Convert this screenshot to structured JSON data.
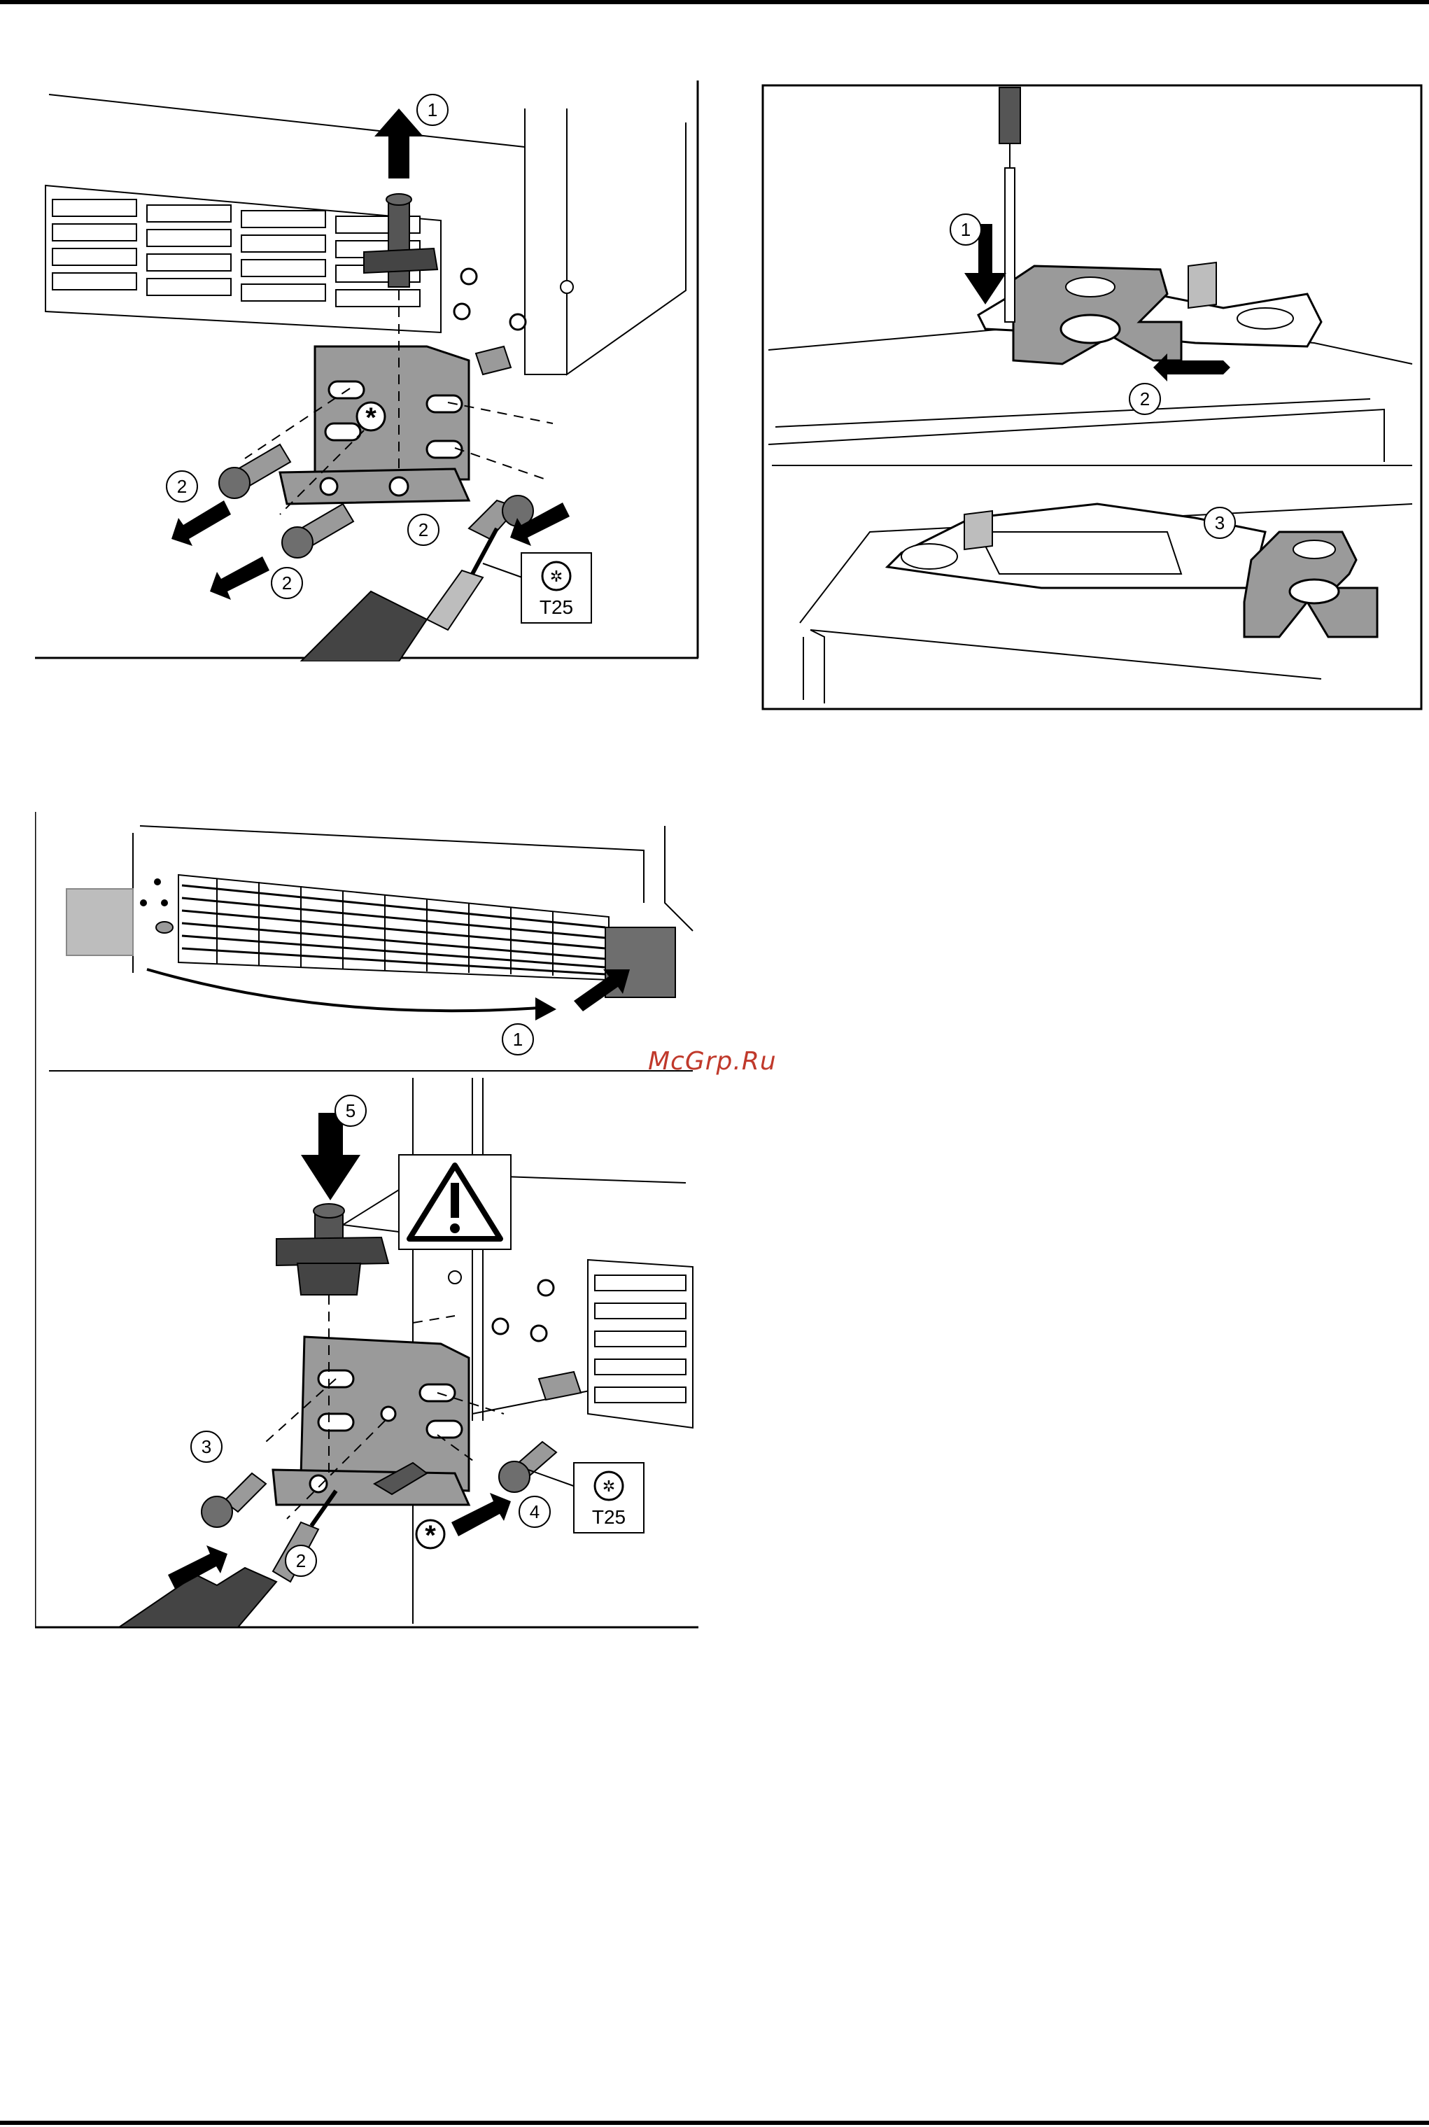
{
  "figures": {
    "hinge_removal": {
      "callouts": [
        "1",
        "2",
        "2",
        "2",
        "2"
      ],
      "tool_label": "T25"
    },
    "bushing_swap": {
      "callouts": [
        "1",
        "2",
        "3"
      ]
    },
    "hinge_install": {
      "callouts": [
        "1",
        "5",
        "3",
        "2",
        "4"
      ],
      "tool_label": "T25"
    }
  },
  "watermark": "McGrp.Ru",
  "colors": {
    "ink": "#000000",
    "part_gray": "#9a9a9a",
    "light_gray": "#bdbdbd",
    "dark_gray": "#6e6e6e"
  }
}
